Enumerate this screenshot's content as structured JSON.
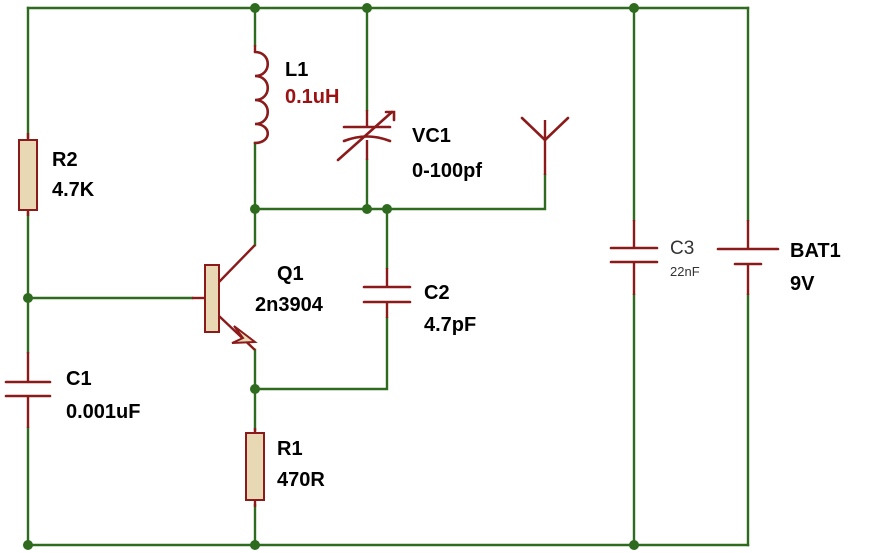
{
  "schematic": {
    "components": {
      "l1": {
        "ref": "L1",
        "value": "0.1uH"
      },
      "vc1": {
        "ref": "VC1",
        "value": "0-100pf"
      },
      "r2": {
        "ref": "R2",
        "value": "4.7K"
      },
      "q1": {
        "ref": "Q1",
        "value": "2n3904"
      },
      "c2": {
        "ref": "C2",
        "value": "4.7pF"
      },
      "c1": {
        "ref": "C1",
        "value": "0.001uF"
      },
      "r1": {
        "ref": "R1",
        "value": "470R"
      },
      "c3": {
        "ref": "C3",
        "value": "22nF"
      },
      "bat1": {
        "ref": "BAT1",
        "value": "9V"
      }
    },
    "colors": {
      "wire": "#2e6b1f",
      "component": "#8b1a1a",
      "resistor_fill": "#e9d8b4",
      "inductor_label": "#9b1212"
    }
  }
}
